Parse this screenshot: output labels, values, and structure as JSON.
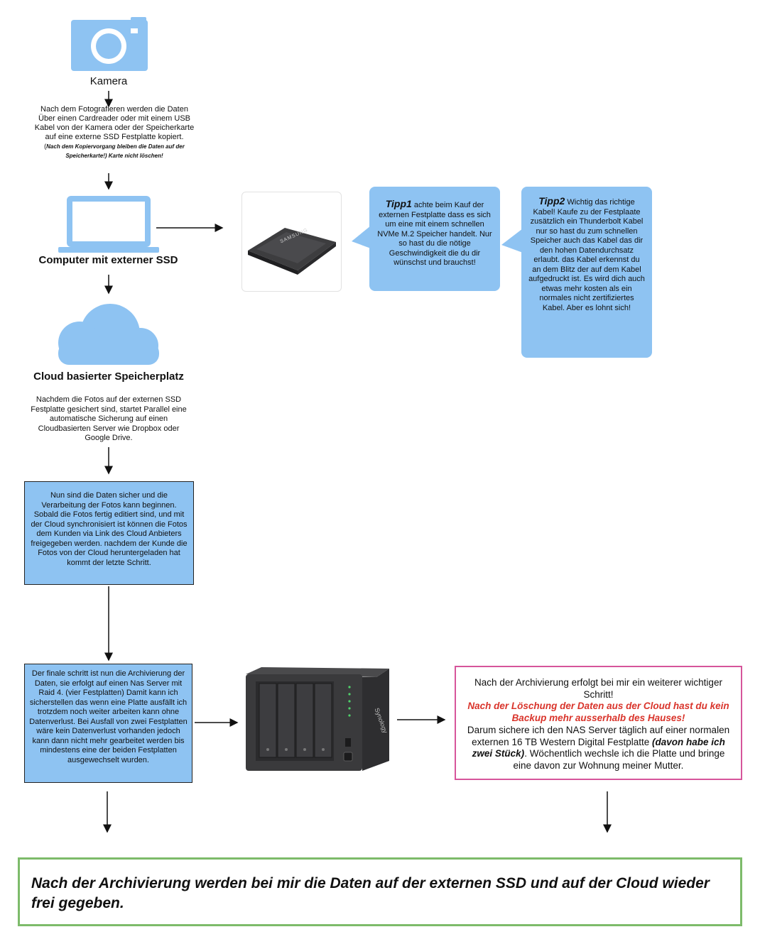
{
  "camera": {
    "label": "Kamera",
    "text": "Nach dem Fotografieren werden die Daten Über einen Cardreader oder mit einem USB Kabel von der Kamera oder der Speicherkarte auf eine externe SSD Festplatte kopiert.",
    "note_open": "(",
    "note": "Nach dem Kopiervorgang bleiben die Daten auf der Speicherkarte!) Karte nicht löschen!"
  },
  "computer": {
    "label": "Computer mit externer SSD"
  },
  "ssd": {
    "brand": "SAMSUNG"
  },
  "tip1": {
    "title": "Tipp1",
    "text": " achte beim Kauf der externen Festplatte dass es sich um eine mit einem schnellen NVMe M.2 Speicher handelt. Nur so hast du die nötige Geschwindigkeit die du dir wünschst und brauchst!"
  },
  "tip2": {
    "title": "Tipp2",
    "text": " Wichtig das richtige Kabel! Kaufe zu der Festplaate zusätzlich ein Thunderbolt Kabel nur so hast du zum schnellen Speicher auch das Kabel das dir den hohen Datendurchsatz erlaubt. das Kabel erkennst du an dem Blitz der auf dem Kabel aufgedruckt ist. Es wird dich auch etwas mehr kosten als ein normales nicht zertifiziertes Kabel. Aber es lohnt sich!"
  },
  "cloud": {
    "label": "Cloud basierter Speicherplatz",
    "text": "Nachdem die Fotos auf der externen SSD Festplatte gesichert sind, startet Parallel eine automatische Sicherung auf einen Cloudbasierten Server wie Dropbox oder Google Drive."
  },
  "step_edit": {
    "text": "Nun sind die Daten sicher und die Verarbeitung der Fotos kann beginnen. Sobald die Fotos fertig editiert sind, und mit der Cloud synchronisiert ist können die Fotos dem Kunden via Link des Cloud Anbieters freigegeben werden. nachdem der Kunde die Fotos von der Cloud heruntergeladen hat kommt der letzte Schritt."
  },
  "step_archive": {
    "text": "Der finale schritt ist nun die Archivierung der Daten, sie erfolgt auf einen Nas Server mit Raid 4. (vier Festplatten) Damit kann ich sicherstellen das wenn eine Platte ausfällt ich trotzdem noch weiter arbeiten kann ohne Datenverlust. Bei Ausfall von zwei Festplatten wäre kein Datenverlust vorhanden jedoch kann dann nicht mehr gearbeitet werden bis mindestens eine der beiden Festplatten ausgewechselt wurden."
  },
  "nas": {
    "brand": "Synology"
  },
  "backup": {
    "text1": "Nach der Archivierung erfolgt bei mir ein weiterer wichtiger Schritt!",
    "warning": "Nach der Löschung der Daten aus der Cloud hast du kein Backup mehr ausserhalb des Hauses!",
    "text2": "Darum sichere ich den NAS Server täglich auf einer normalen externen 16 TB Western Digital Festplatte ",
    "text2_bold": "(davon habe ich zwei Stück)",
    "text3": ". Wöchentlich wechsle ich die Platte und bringe eine davon zur Wohnung meiner Mutter."
  },
  "final": {
    "text": "Nach der Archivierung werden bei mir die Daten auf der externen SSD und auf der Cloud wieder frei gegeben."
  },
  "colors": {
    "icon_blue": "#8ec3f2",
    "warning_red": "#d9342b",
    "backup_border": "#d6559b",
    "final_border": "#7dbb6a"
  }
}
